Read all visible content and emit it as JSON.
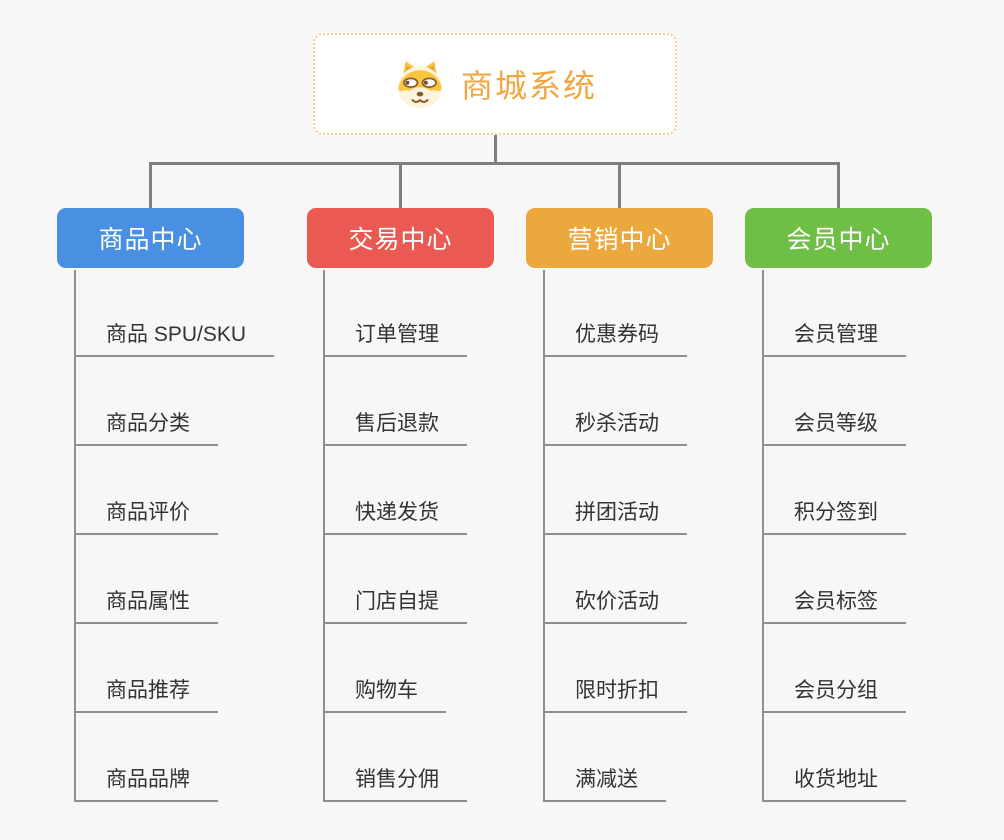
{
  "page": {
    "background_color": "#f7f7f7",
    "connector_color": "#7f7f7f",
    "leaf_line_color": "#8f8f8f",
    "leaf_text_color": "#333333"
  },
  "root": {
    "title": "商城系统",
    "icon": "dog-face-icon",
    "title_color": "#f1a73f",
    "border_color": "#f6ce8e"
  },
  "branches": [
    {
      "label": "商品中心",
      "color": "#4a90e2",
      "items": [
        "商品 SPU/SKU",
        "商品分类",
        "商品评价",
        "商品属性",
        "商品推荐",
        "商品品牌"
      ]
    },
    {
      "label": "交易中心",
      "color": "#ea5a52",
      "items": [
        "订单管理",
        "售后退款",
        "快递发货",
        "门店自提",
        "购物车",
        "销售分佣"
      ]
    },
    {
      "label": "营销中心",
      "color": "#eba93d",
      "items": [
        "优惠券码",
        "秒杀活动",
        "拼团活动",
        "砍价活动",
        "限时折扣",
        "满减送"
      ]
    },
    {
      "label": "会员中心",
      "color": "#6fbe45",
      "items": [
        "会员管理",
        "会员等级",
        "积分签到",
        "会员标签",
        "会员分组",
        "收货地址"
      ]
    }
  ]
}
